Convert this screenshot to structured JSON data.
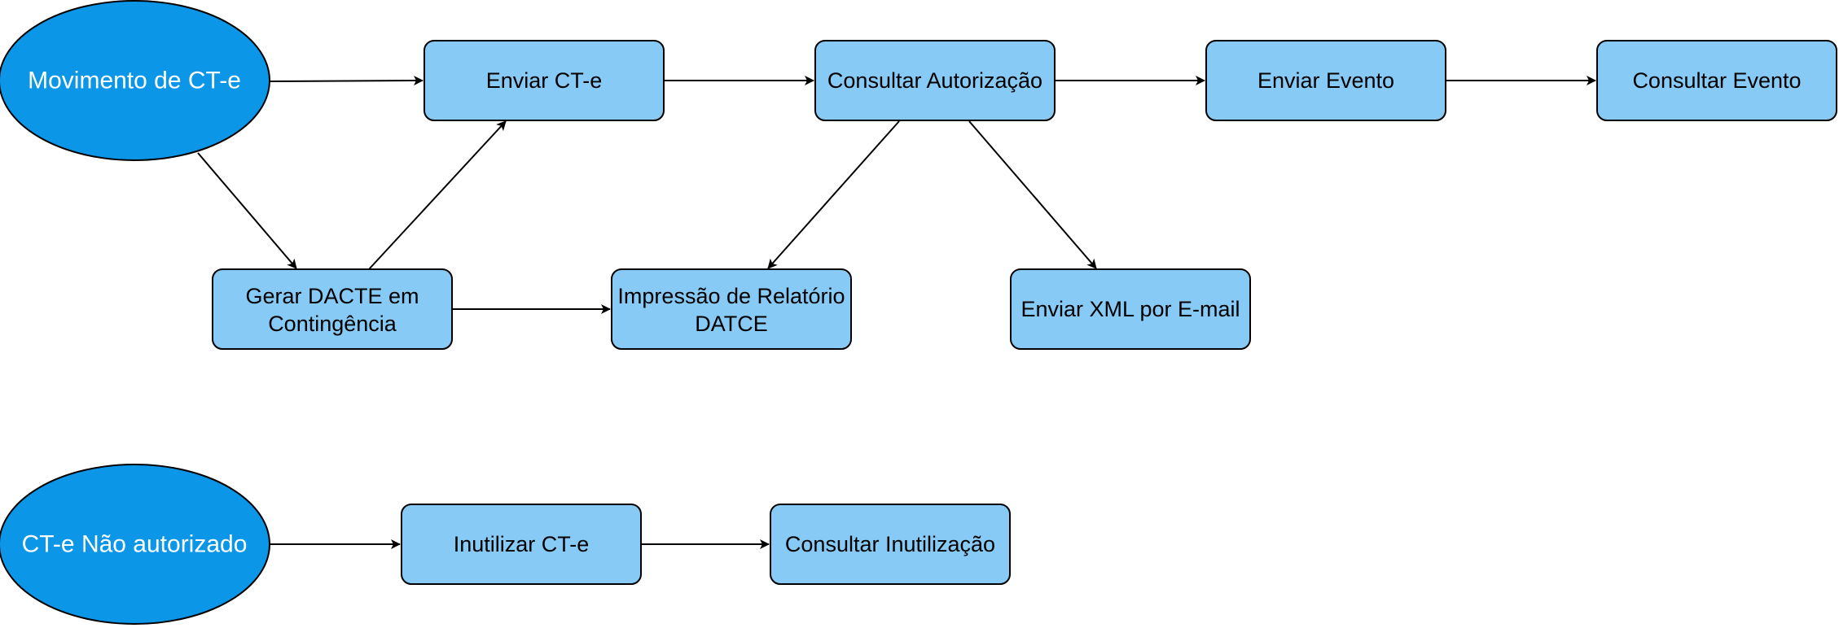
{
  "colors": {
    "ellipse_fill": "#0b96e8",
    "box_fill": "#87caf5",
    "stroke": "#000000",
    "ellipse_text": "#ffffff",
    "box_text": "#000000"
  },
  "nodes": {
    "movimento": {
      "label": "Movimento de CT-e"
    },
    "enviar_cte": {
      "label": "Enviar CT-e"
    },
    "consultar_autorizacao": {
      "label": "Consultar Autorização"
    },
    "enviar_evento": {
      "label": "Enviar Evento"
    },
    "consultar_evento": {
      "label": "Consultar Evento"
    },
    "gerar_dacte": {
      "line1": "Gerar DACTE em",
      "line2": "Contingência"
    },
    "impressao": {
      "line1": "Impressão de Relatório",
      "line2": "DATCE"
    },
    "enviar_xml": {
      "label": "Enviar XML por E-mail"
    },
    "nao_autorizado": {
      "label": "CT-e Não autorizado"
    },
    "inutilizar": {
      "label": "Inutilizar CT-e"
    },
    "consultar_inutilizacao": {
      "label": "Consultar Inutilização"
    }
  },
  "edges": [
    {
      "from": "movimento",
      "to": "enviar_cte"
    },
    {
      "from": "enviar_cte",
      "to": "consultar_autorizacao"
    },
    {
      "from": "consultar_autorizacao",
      "to": "enviar_evento"
    },
    {
      "from": "enviar_evento",
      "to": "consultar_evento"
    },
    {
      "from": "movimento",
      "to": "gerar_dacte"
    },
    {
      "from": "gerar_dacte",
      "to": "enviar_cte"
    },
    {
      "from": "gerar_dacte",
      "to": "impressao"
    },
    {
      "from": "consultar_autorizacao",
      "to": "impressao"
    },
    {
      "from": "consultar_autorizacao",
      "to": "enviar_xml"
    },
    {
      "from": "nao_autorizado",
      "to": "inutilizar"
    },
    {
      "from": "inutilizar",
      "to": "consultar_inutilizacao"
    }
  ]
}
